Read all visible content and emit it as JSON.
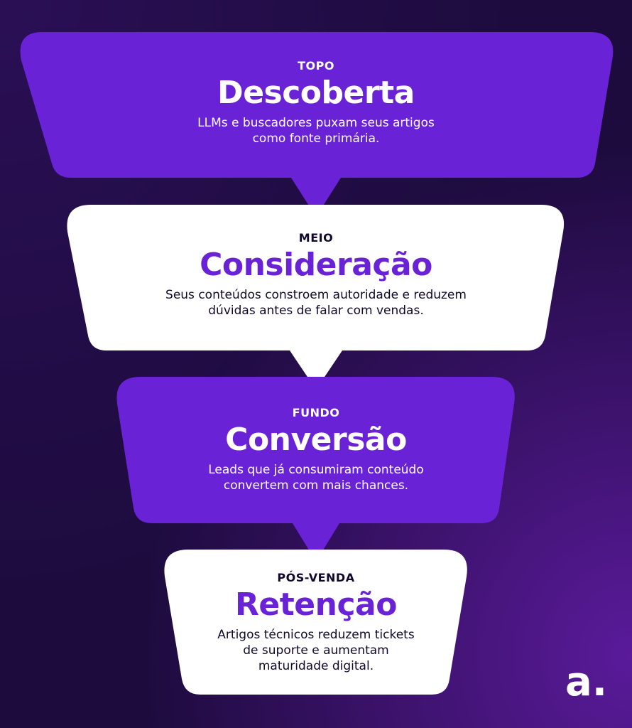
{
  "stages": [
    {
      "label": "TOPO",
      "title": "Descoberta",
      "description": [
        "LLMs e buscadores puxam seus artigos",
        "como fonte primária."
      ],
      "fill": "#6a22d6",
      "text_color": "#ffffff"
    },
    {
      "label": "MEIO",
      "title": "Consideração",
      "description": [
        "Seus conteúdos constroem autoridade e reduzem",
        "dúvidas antes de falar com vendas."
      ],
      "fill": "#ffffff",
      "text_color": "#6a22d6"
    },
    {
      "label": "FUNDO",
      "title": "Conversão",
      "description": [
        "Leads que já consumiram conteúdo",
        "convertem com mais chances."
      ],
      "fill": "#6a22d6",
      "text_color": "#ffffff"
    },
    {
      "label": "PÓS-VENDA",
      "title": "Retenção",
      "description": [
        "Artigos técnicos reduzem tickets",
        "de suporte e aumentam",
        "maturidade digital."
      ],
      "fill": "#ffffff",
      "text_color": "#6a22d6"
    }
  ],
  "brand": {
    "logo_text": "a."
  }
}
